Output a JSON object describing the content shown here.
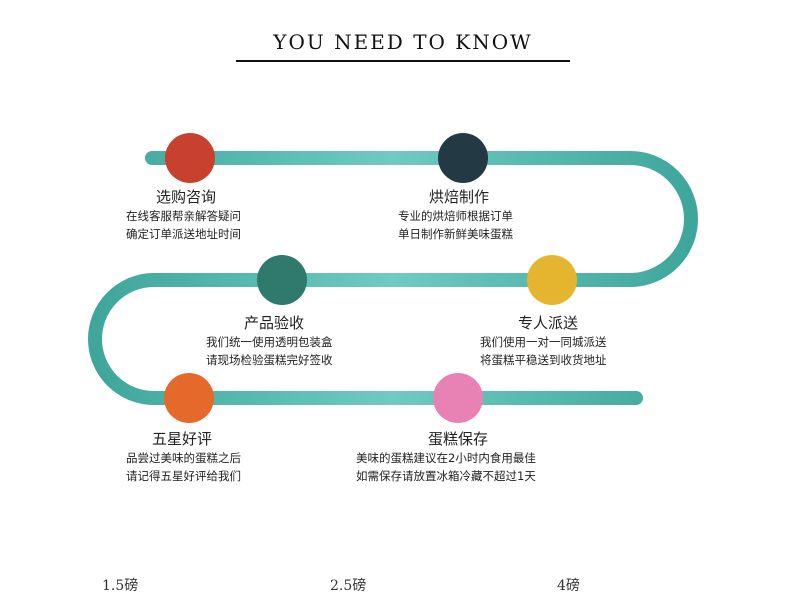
{
  "header": {
    "title": "YOU NEED TO KNOW"
  },
  "colors": {
    "track": "#5bbcb4",
    "track_dark": "#3fa69c"
  },
  "steps": [
    {
      "title": "选购咨询",
      "line1": "在线客服帮亲解答疑问",
      "line2": "确定订单派送地址时间",
      "color": "#c8412f",
      "icon": "step-dot"
    },
    {
      "title": "烘焙制作",
      "line1": "专业的烘焙师根据订单",
      "line2": "单日制作新鲜美味蛋糕",
      "color": "#233a45",
      "icon": "step-dot"
    },
    {
      "title": "专人派送",
      "line1": "我们使用一对一同城派送",
      "line2": "将蛋糕平稳送到收货地址",
      "color": "#e6b530",
      "icon": "step-dot"
    },
    {
      "title": "产品验收",
      "line1": "我们统一使用透明包装盒",
      "line2": "请现场检验蛋糕完好签收",
      "color": "#2f7a6c",
      "icon": "step-dot"
    },
    {
      "title": "五星好评",
      "line1": "品尝过美味的蛋糕之后",
      "line2": "请记得五星好评给我们",
      "color": "#e4692a",
      "icon": "step-dot"
    },
    {
      "title": "蛋糕保存",
      "line1": "美味的蛋糕建议在2小时内食用最佳",
      "line2": "如需保存请放置冰箱冷藏不超过1天",
      "color": "#e882b4",
      "icon": "step-dot"
    }
  ],
  "weights": [
    "1.5磅",
    "2.5磅",
    "4磅"
  ]
}
